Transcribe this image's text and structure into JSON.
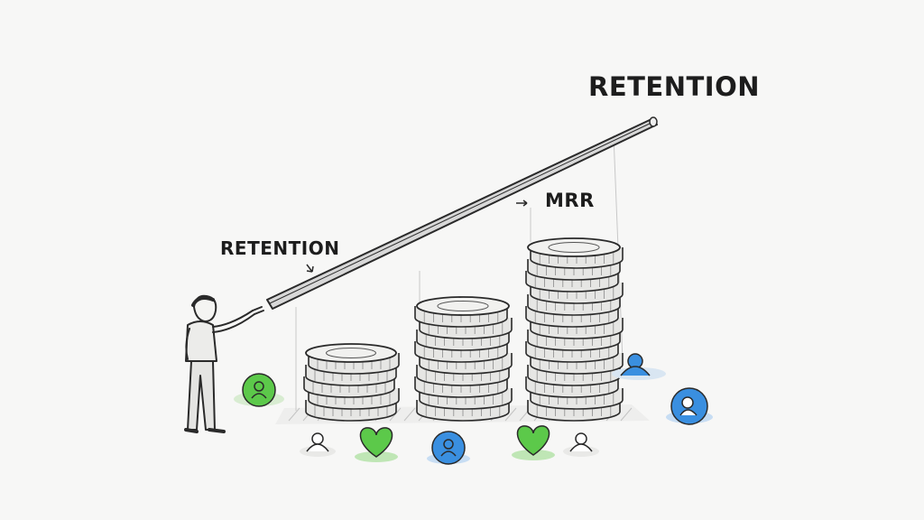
{
  "labels": {
    "retention_top": "RETENTION",
    "mrr": "MRR",
    "retention_left": "RETENTION"
  },
  "stacks": [
    {
      "name": "short",
      "coins": 5
    },
    {
      "name": "medium",
      "coins": 9
    },
    {
      "name": "tall",
      "coins": 14
    }
  ],
  "icons": [
    {
      "name": "green-user-icon",
      "color": "#5cc94a"
    },
    {
      "name": "white-user-icon",
      "color": "#ffffff"
    },
    {
      "name": "green-heart-icon",
      "color": "#5cc94a"
    },
    {
      "name": "blue-user-icon",
      "color": "#3a8fe0"
    },
    {
      "name": "green-heart-icon",
      "color": "#5cc94a"
    },
    {
      "name": "white-user-icon",
      "color": "#ffffff"
    },
    {
      "name": "blue-user-icon",
      "color": "#3a8fe0"
    },
    {
      "name": "blue-user-icon",
      "color": "#3a8fe0"
    }
  ],
  "colors": {
    "ink": "#2a2a2a",
    "green": "#5cc94a",
    "blue": "#3a8fe0",
    "paper": "#f7f7f6"
  }
}
